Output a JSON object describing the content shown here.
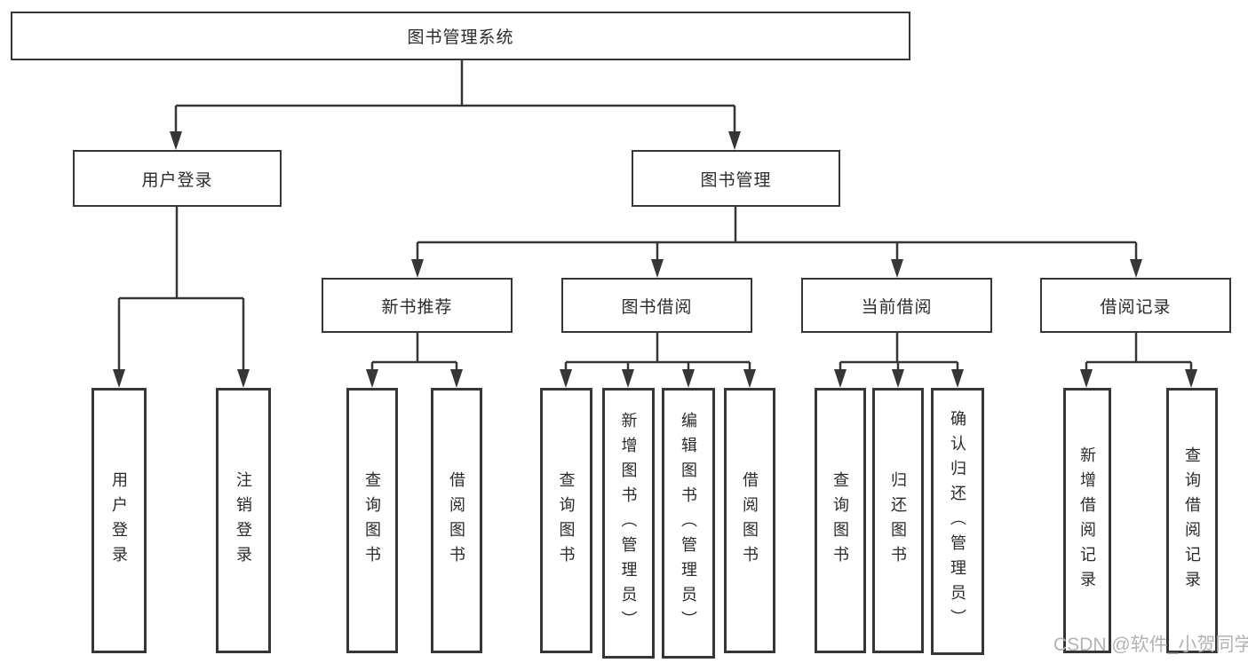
{
  "diagram": {
    "root": "图书管理系统",
    "level2": {
      "user_login": "用户登录",
      "book_mgmt": "图书管理"
    },
    "level3": {
      "new_rec": "新书推荐",
      "borrow": "图书借阅",
      "current": "当前借阅",
      "records": "借阅记录"
    },
    "leaves": {
      "user_login": [
        "用户登录",
        "注销登录"
      ],
      "new_rec": [
        "查询图书",
        "借阅图书"
      ],
      "borrow": [
        "查询图书",
        "新增图书（管理员）",
        "编辑图书（管理员）",
        "借阅图书"
      ],
      "current": [
        "查询图书",
        "归还图书",
        "确认归还（管理员）"
      ],
      "records": [
        "新增借阅记录",
        "查询借阅记录"
      ]
    }
  },
  "watermark": "CSDN @软件_小贺同学",
  "colors": {
    "line": "#363636",
    "text": "#2b2b2b",
    "watermark": "#b3b3b3",
    "background": "#ffffff"
  }
}
